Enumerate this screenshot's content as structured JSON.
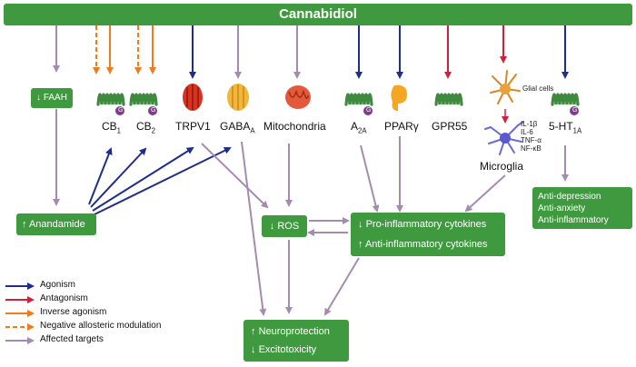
{
  "title": "Cannabidiol",
  "targets": {
    "faah": "FAAH",
    "cb1": "CB",
    "cb1_sub": "1",
    "cb2": "CB",
    "cb2_sub": "2",
    "trpv1": "TRPV1",
    "gabaa": "GABA",
    "gabaa_sub": "A",
    "mito": "Mitochondria",
    "a2a": "A",
    "a2a_sub": "2A",
    "ppar": "PPARγ",
    "gpr55": "GPR55",
    "ht1a": "5-HT",
    "ht1a_sub": "1A"
  },
  "g_label": "G",
  "glial": {
    "label": "Glial cells",
    "cytokines": [
      "IL-1β",
      "IL-6",
      "TNF-α",
      "NF-κB"
    ],
    "microglia": "Microglia"
  },
  "boxes": {
    "anandamide": "Anandamide",
    "ros": "ROS",
    "pro_inflam": "Pro-inflammatory cytokines",
    "anti_inflam": "Anti-inflammatory cytokines",
    "neuroprotection": "Neuroprotection",
    "excitotoxicity": "Excitotoxicity",
    "outcomes_5ht": [
      "Anti-depression",
      "Anti-anxiety",
      "Anti-inflammatory"
    ]
  },
  "symbols": {
    "up": "↑",
    "down": "↓"
  },
  "legend": [
    {
      "label": "Agonism",
      "color": "#1f2d8c",
      "style": "solid"
    },
    {
      "label": "Antagonism",
      "color": "#d21f3c",
      "style": "solid"
    },
    {
      "label": "Inverse agonism",
      "color": "#f07a1e",
      "style": "solid"
    },
    {
      "label": "Negative allosteric modulation",
      "color": "#f07a1e",
      "style": "dashed"
    },
    {
      "label": "Affected targets",
      "color": "#a58bb0",
      "style": "solid"
    }
  ],
  "colors": {
    "green": "#3f9a3f",
    "agonism": "#1f2d8c",
    "antagonism": "#d21f3c",
    "inverse": "#f07a1e",
    "affected": "#a58bb0",
    "receptor": "#3e8a3e",
    "trpv1": "#d9321f",
    "gaba": "#f3b63c",
    "mito": "#e4583b",
    "ppar": "#f5a623",
    "g_protein": "#7d3d8c"
  }
}
